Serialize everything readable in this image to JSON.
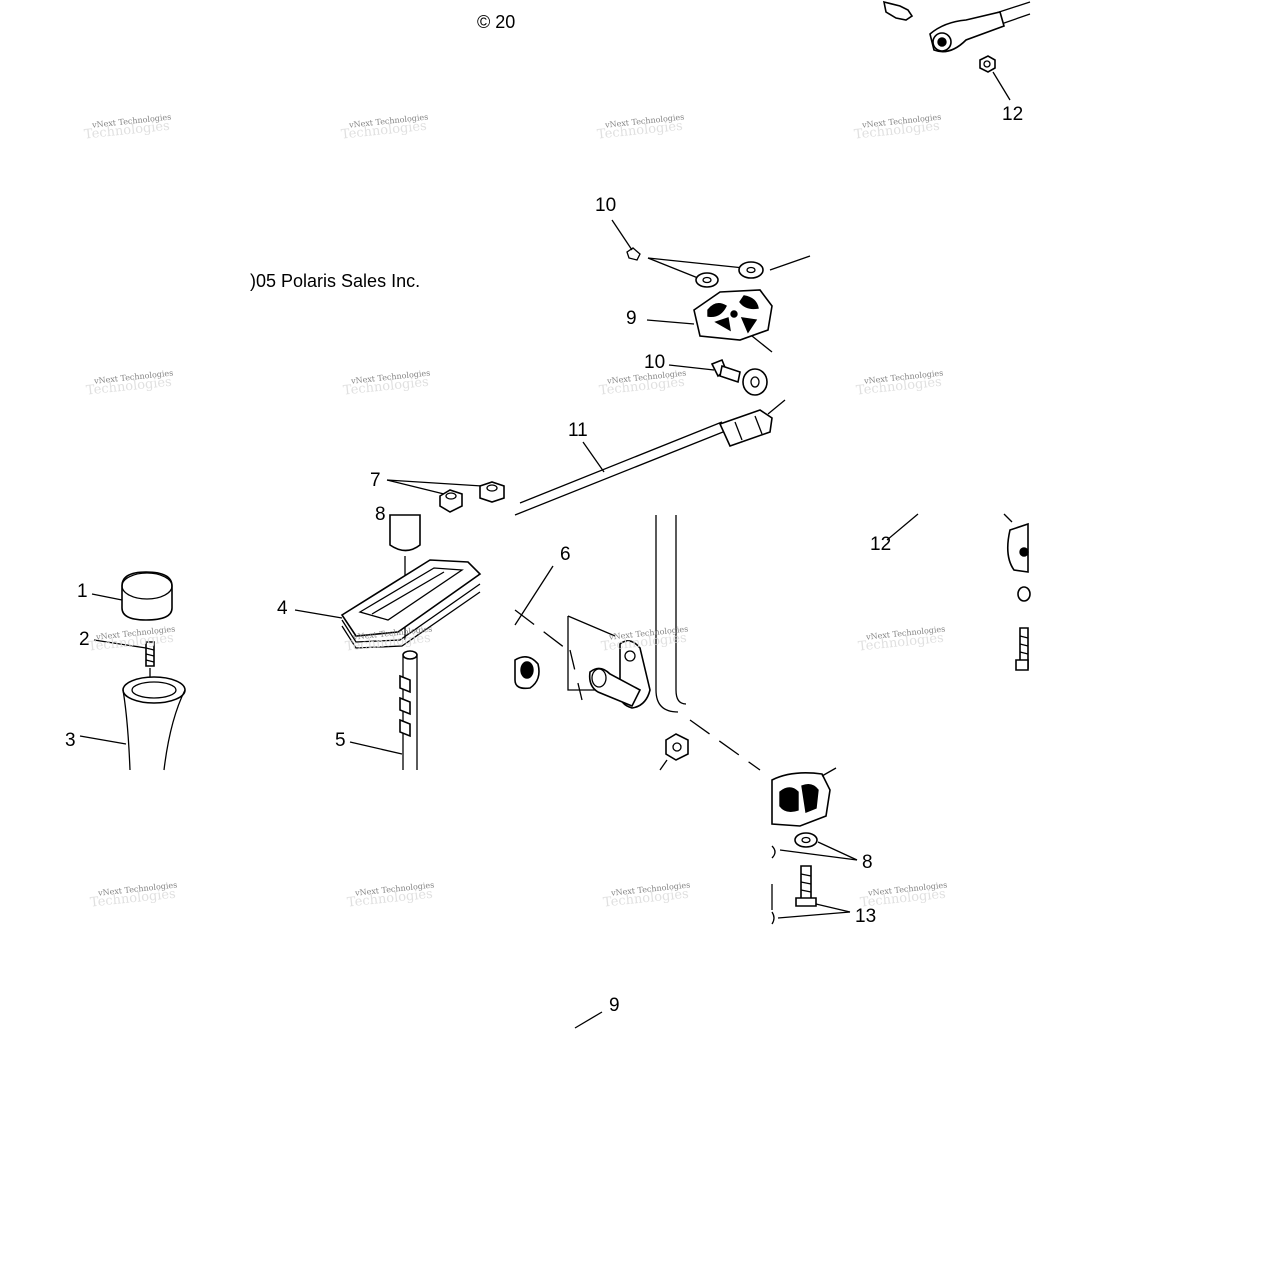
{
  "copyright": {
    "top_fragment": "© 20",
    "mid_fragment": ")05 Polaris Sales Inc."
  },
  "watermark": {
    "line1": "vNext Technologies",
    "line2": "Technologies"
  },
  "callouts": {
    "c1": "1",
    "c2": "2",
    "c3": "3",
    "c4": "4",
    "c5": "5",
    "c6": "6",
    "c7": "7",
    "c8a": "8",
    "c8b": "8",
    "c9a": "9",
    "c9b": "9",
    "c10a": "10",
    "c10b": "10",
    "c11": "11",
    "c12a": "12",
    "c12b": "12",
    "c13": "13"
  }
}
